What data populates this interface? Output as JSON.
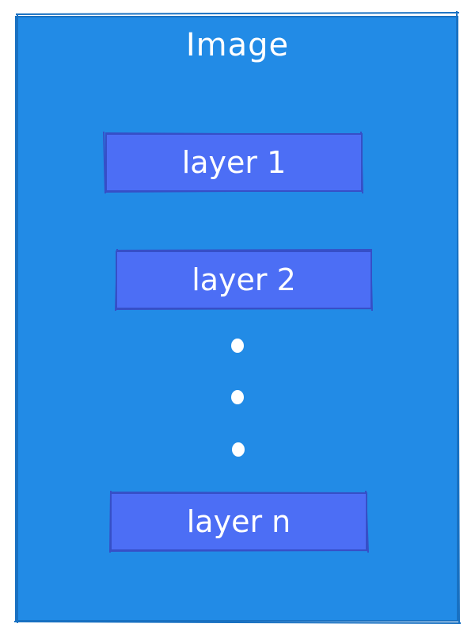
{
  "diagram": {
    "title": "Image",
    "layers": [
      {
        "label": "layer 1"
      },
      {
        "label": "layer 2"
      },
      {
        "label": "layer n"
      }
    ],
    "ellipsis_dot_count": 3
  },
  "colors": {
    "outer_fill": "#228be6",
    "outer_stroke": "#1971c2",
    "layer_fill": "#4c6ef5",
    "layer_stroke": "#364fc7",
    "text": "#ffffff"
  }
}
